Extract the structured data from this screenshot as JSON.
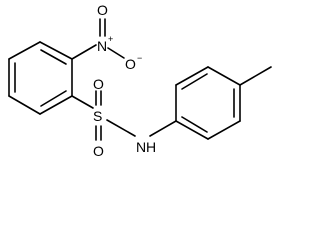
{
  "molecule": {
    "atoms": {
      "nitro_n": "N",
      "nitro_n_charge": "+",
      "nitro_o_top": "O",
      "nitro_o_right": "O",
      "nitro_o_right_charge": "−",
      "sulfur": "S",
      "sulfonyl_o_top": "O",
      "sulfonyl_o_bottom": "O",
      "amine_n": "N",
      "amine_h": "H"
    }
  }
}
